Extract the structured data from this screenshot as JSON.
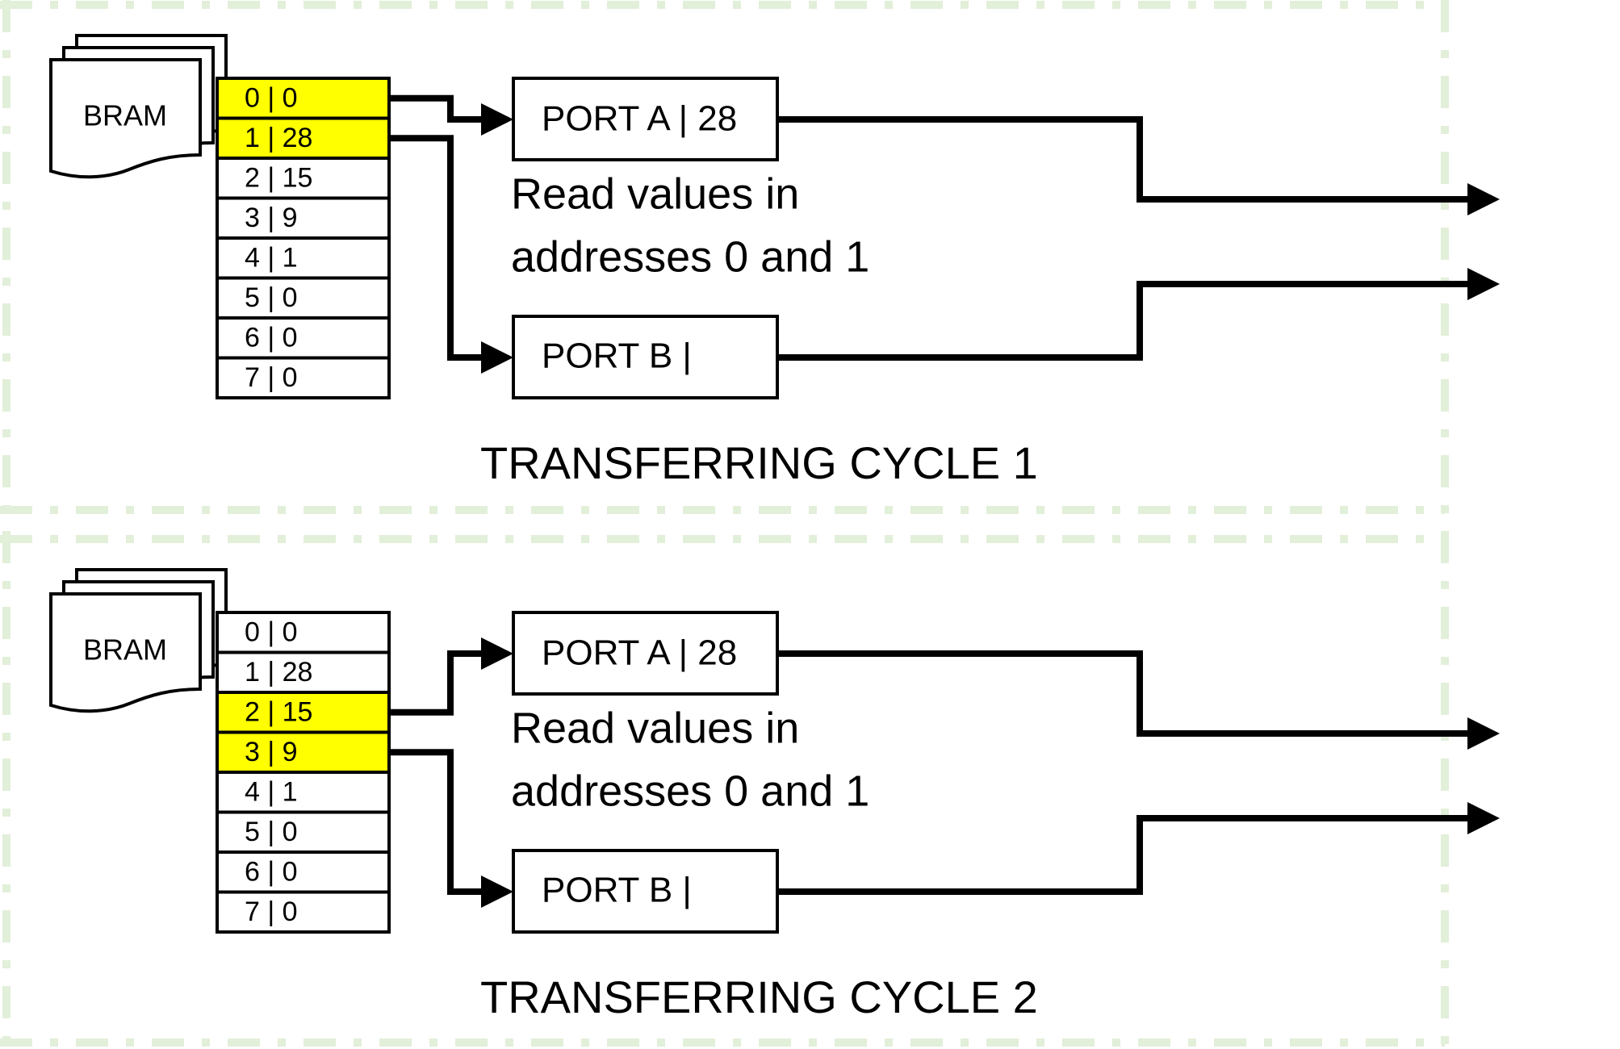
{
  "panels": [
    {
      "bram_label": "BRAM",
      "memory_rows": [
        "0 | 0",
        "1 | 28",
        "2 | 15",
        "3 | 9",
        "4 | 1",
        "5 | 0",
        "6 | 0",
        "7 | 0"
      ],
      "highlighted_rows": [
        0,
        1
      ],
      "port_a_label": "PORT A | 28",
      "port_b_label": "PORT B |",
      "note_line1": "Read values in",
      "note_line2": "addresses 0 and 1",
      "cycle_label": "TRANSFERRING CYCLE 1"
    },
    {
      "bram_label": "BRAM",
      "memory_rows": [
        "0 | 0",
        "1 | 28",
        "2 | 15",
        "3 | 9",
        "4 | 1",
        "5 | 0",
        "6 | 0",
        "7 | 0"
      ],
      "highlighted_rows": [
        2,
        3
      ],
      "port_a_label": "PORT A | 28",
      "port_b_label": "PORT B |",
      "note_line1": "Read values in",
      "note_line2": "addresses 0 and 1",
      "cycle_label": "TRANSFERRING CYCLE 2"
    }
  ],
  "colors": {
    "highlight": "#ffff00",
    "frame_dash": "#e2efd9",
    "stroke": "#000000"
  }
}
